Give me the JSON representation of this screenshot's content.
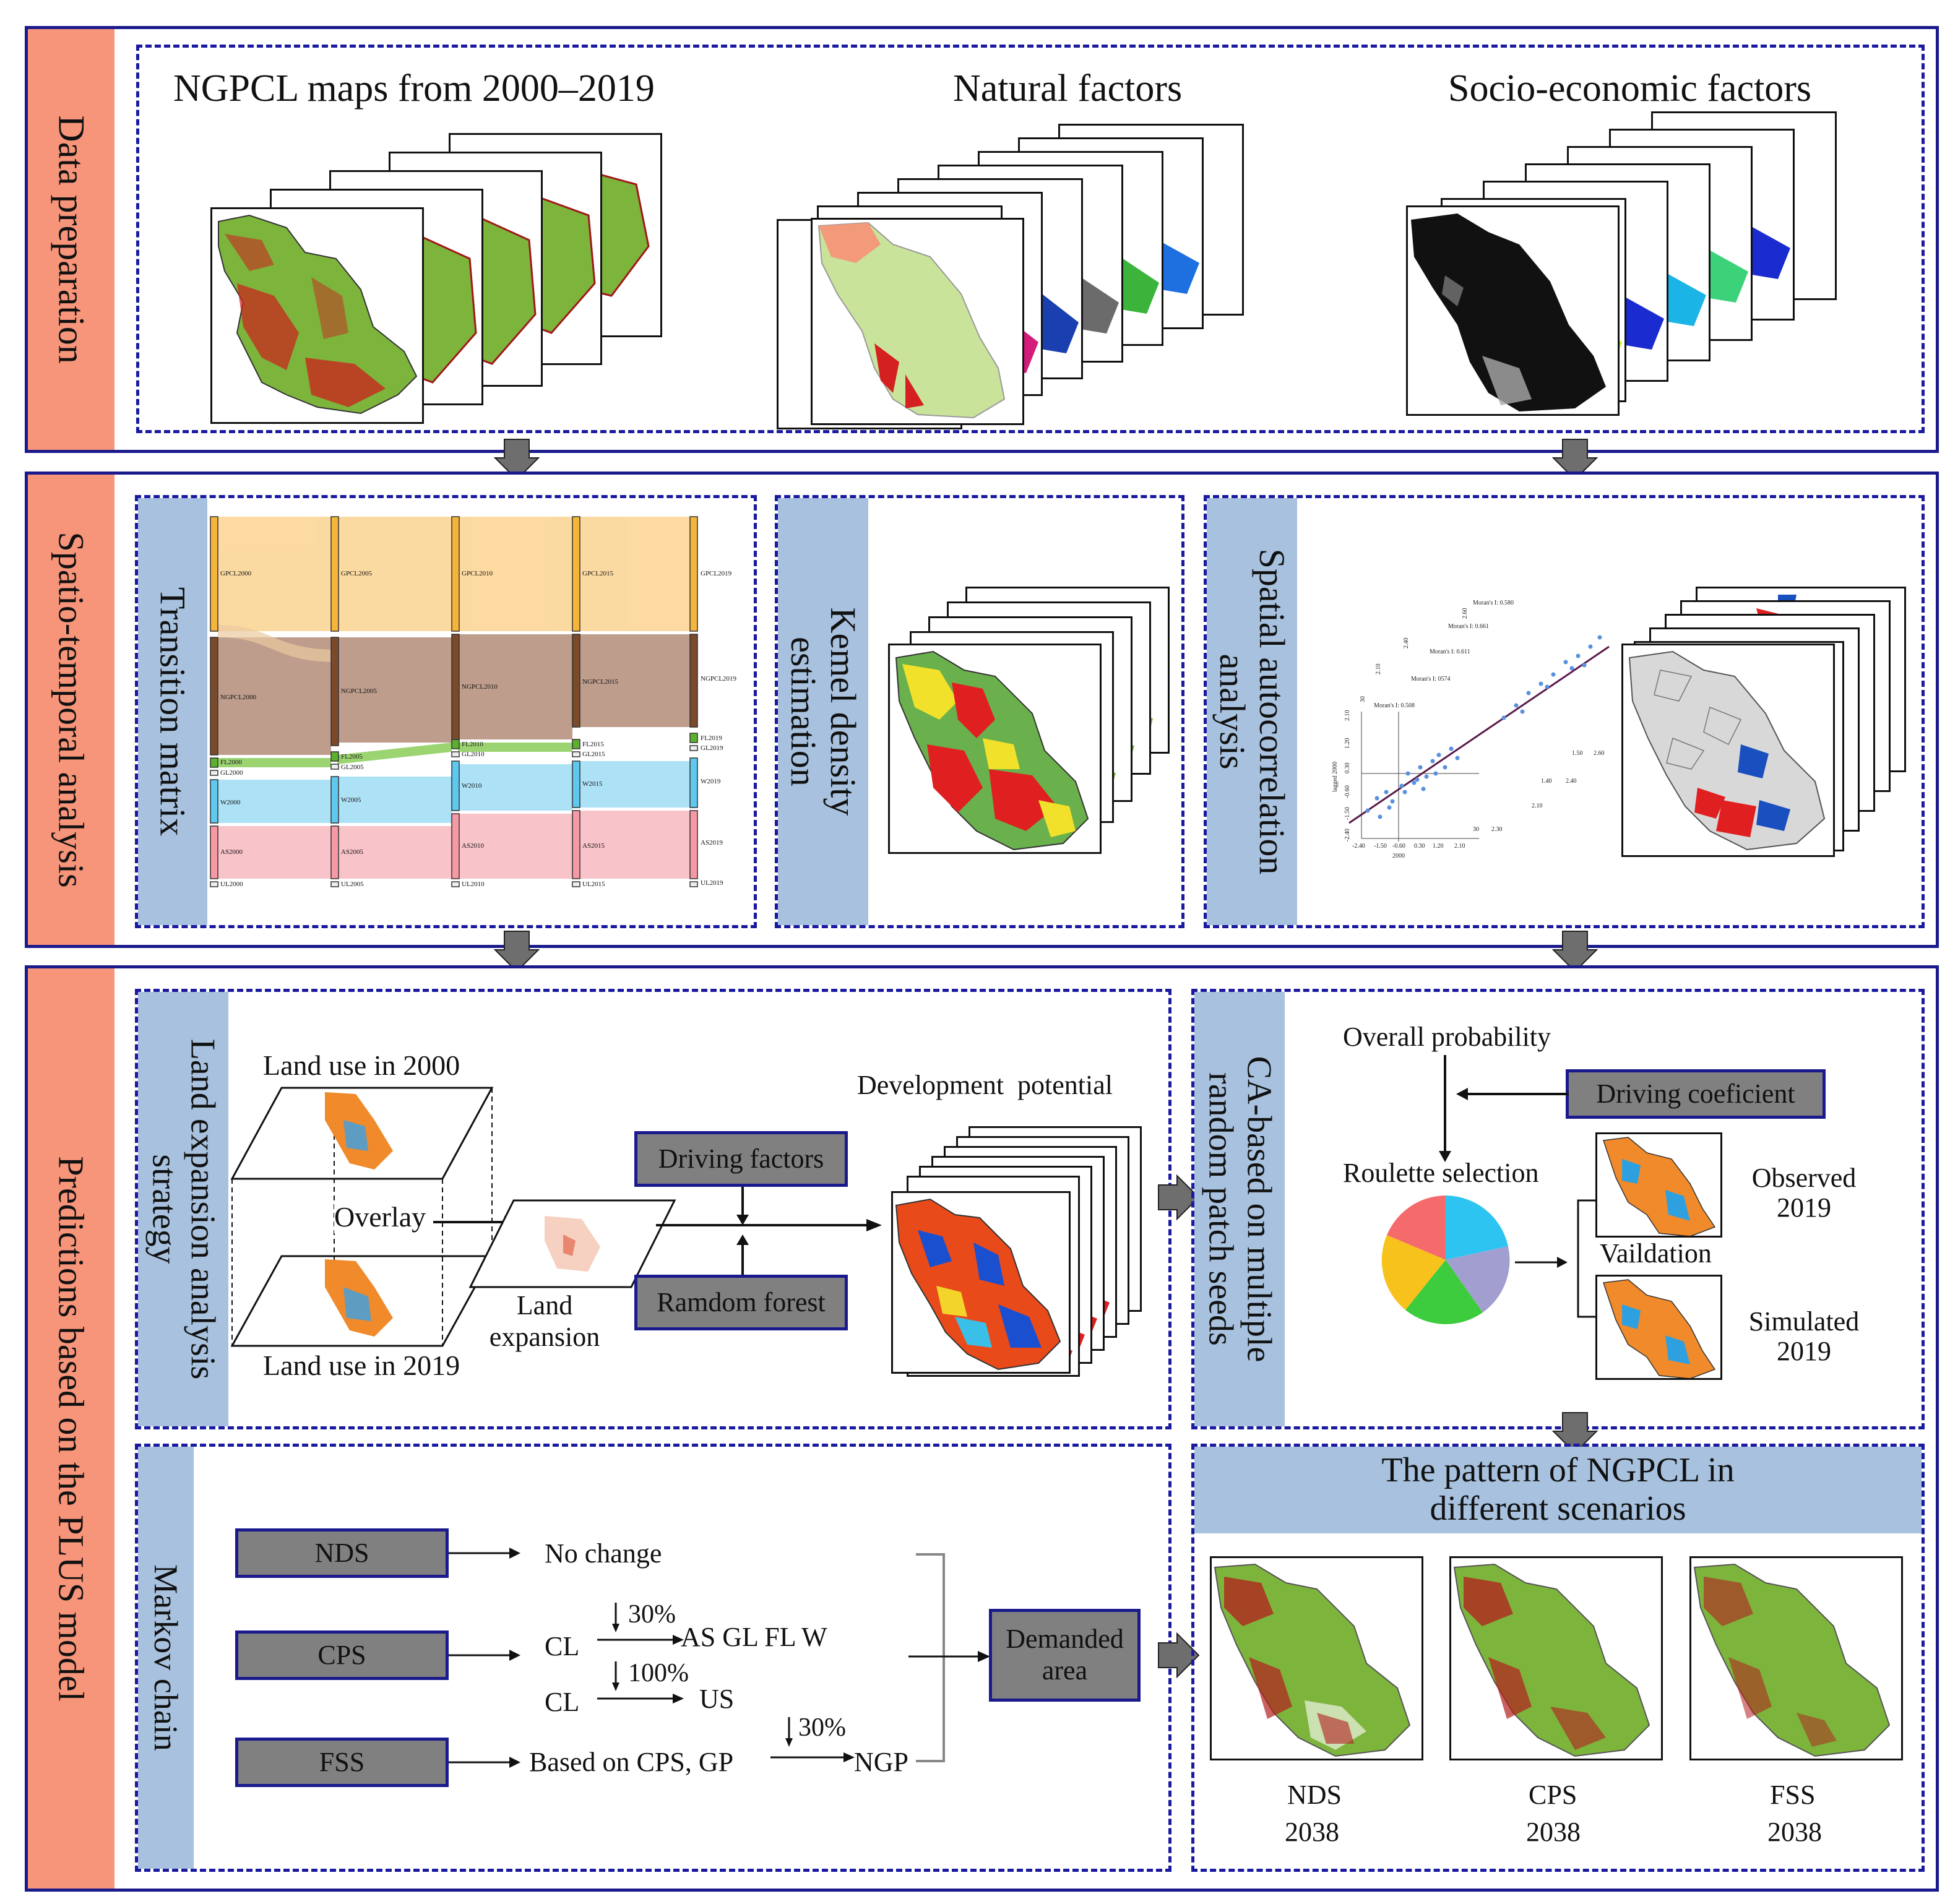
{
  "sections": {
    "data_preparation": "Data preparation",
    "spatio_temporal": "Spatio-temporal analysis",
    "predictions": "Predictions based on the PLUS model"
  },
  "data_prep": {
    "ngpcl_title": "NGPCL maps from 2000–2019",
    "natural_title": "Natural factors",
    "socio_title": "Socio-economic factors"
  },
  "spatio": {
    "transition_title": "Transition matrix",
    "kernel_title": "Kemel density estimation",
    "autocorr_title": "Spatial autocorrelation analysis",
    "sankey_labels": {
      "col0": [
        "GPCL2000",
        "NGPCL2000",
        "FL2000",
        "GL2000",
        "W2000",
        "AS2000",
        "UL2000"
      ],
      "col1": [
        "GPCL2005",
        "NGPCL2005",
        "FL2005",
        "GL2005",
        "W2005",
        "AS2005",
        "UL2005"
      ],
      "col2": [
        "GPCL2010",
        "NGPCL2010",
        "FL2010",
        "GL2010",
        "W2010",
        "AS2010",
        "UL2010"
      ],
      "col3": [
        "GPCL2015",
        "NGPCL2015",
        "FL2015",
        "GL2015",
        "W2015",
        "AS2015",
        "UL2015"
      ],
      "col4": [
        "GPCL2019",
        "NGPCL2019",
        "FL2019",
        "GL2019",
        "W2019",
        "AS2019",
        "UL2019"
      ]
    },
    "moran_labels": [
      "Moran's I: 0.508",
      "Moran's I: 0574",
      "Moran's I: 0.611",
      "Moran's I: 0.661",
      "Moran's I: 0.580"
    ],
    "scatter_xlabel": "2000",
    "scatter_ylabel": "lagged 2000",
    "scatter_xticks": [
      "-2.40",
      "-1.50",
      "-0.60",
      "0.30",
      "1.20",
      "2.10"
    ],
    "scatter_yticks": [
      "2.10",
      "1.20",
      "0.30",
      "-0.60",
      "-1.50",
      "-2.40"
    ],
    "stack_ticks": [
      "30",
      "2.10",
      "2.40",
      "2.60",
      "1.50",
      "2.60",
      "1.40",
      "2.40",
      "2.10",
      "30",
      "2.30"
    ]
  },
  "predictions": {
    "land_expansion_title": "Land expansion analysis strategy",
    "land_use_2000": "Land use in 2000",
    "land_use_2019": "Land use in 2019",
    "overlay": "Overlay",
    "land_expansion": "Land expansion",
    "driving_factors": "Driving factors",
    "random_forest": "Ramdom forest",
    "development_potential": "Development  potential",
    "ca_title": "CA-based on multiple random patch seeds",
    "overall_probability": "Overall probability",
    "driving_coefficient": "Driving coeficient",
    "roulette_selection": "Roulette selection",
    "observed_2019": "Observed 2019",
    "validation": "Vaildation",
    "simulated_2019": "Simulated 2019",
    "markov_title": "Markov chain",
    "nds": "NDS",
    "cps": "CPS",
    "fss": "FSS",
    "no_change": "No change",
    "cl": "CL",
    "pct30": "30%",
    "pct100": "100%",
    "as_gl_fl_w": "AS GL FL W",
    "us": "US",
    "based_on_cps": "Based on CPS, GP",
    "ngp": "NGP",
    "demanded_area": "Demanded area",
    "pattern_title": "The pattern of NGPCL in different scenarios",
    "scenario_year": "2038"
  },
  "colors": {
    "border_blue": "#1a1a8c",
    "section_label": "#f7957a",
    "tab_blue": "#a7c1de",
    "gray_box": "#808080",
    "arrow_gray": "#6e6e6e",
    "map_green": "#7db43c",
    "map_red": "#d42020",
    "pie": [
      "#2ec4f2",
      "#a29fd0",
      "#3dcc3d",
      "#f7c21c",
      "#f56b6b"
    ]
  }
}
